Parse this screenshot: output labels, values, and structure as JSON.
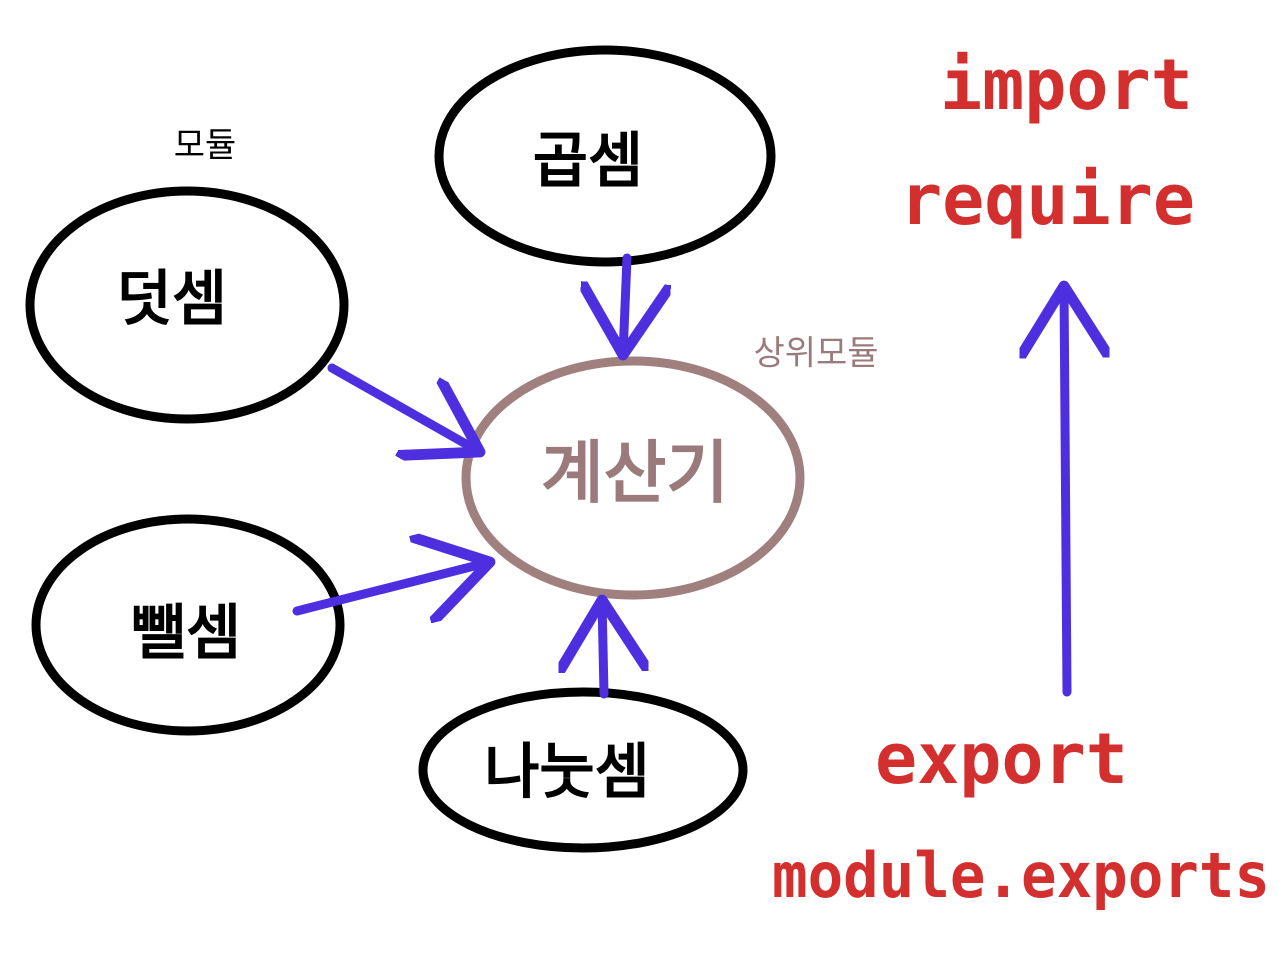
{
  "colors": {
    "module_stroke": "#000000",
    "module_text": "#000000",
    "center_stroke": "#a07f7f",
    "center_text": "#9a7a7a",
    "arrow": "#4d2fe0",
    "code_text": "#d32f2f"
  },
  "nodes": {
    "add": "덧셈",
    "multiply": "곱셈",
    "subtract": "뺄셈",
    "divide": "나눗셈",
    "calculator": "계산기"
  },
  "labels": {
    "module": "모듈",
    "parent_module": "상위모듈"
  },
  "code": {
    "import": "import",
    "require": "require",
    "export": "export",
    "module_exports": "module.exports"
  }
}
